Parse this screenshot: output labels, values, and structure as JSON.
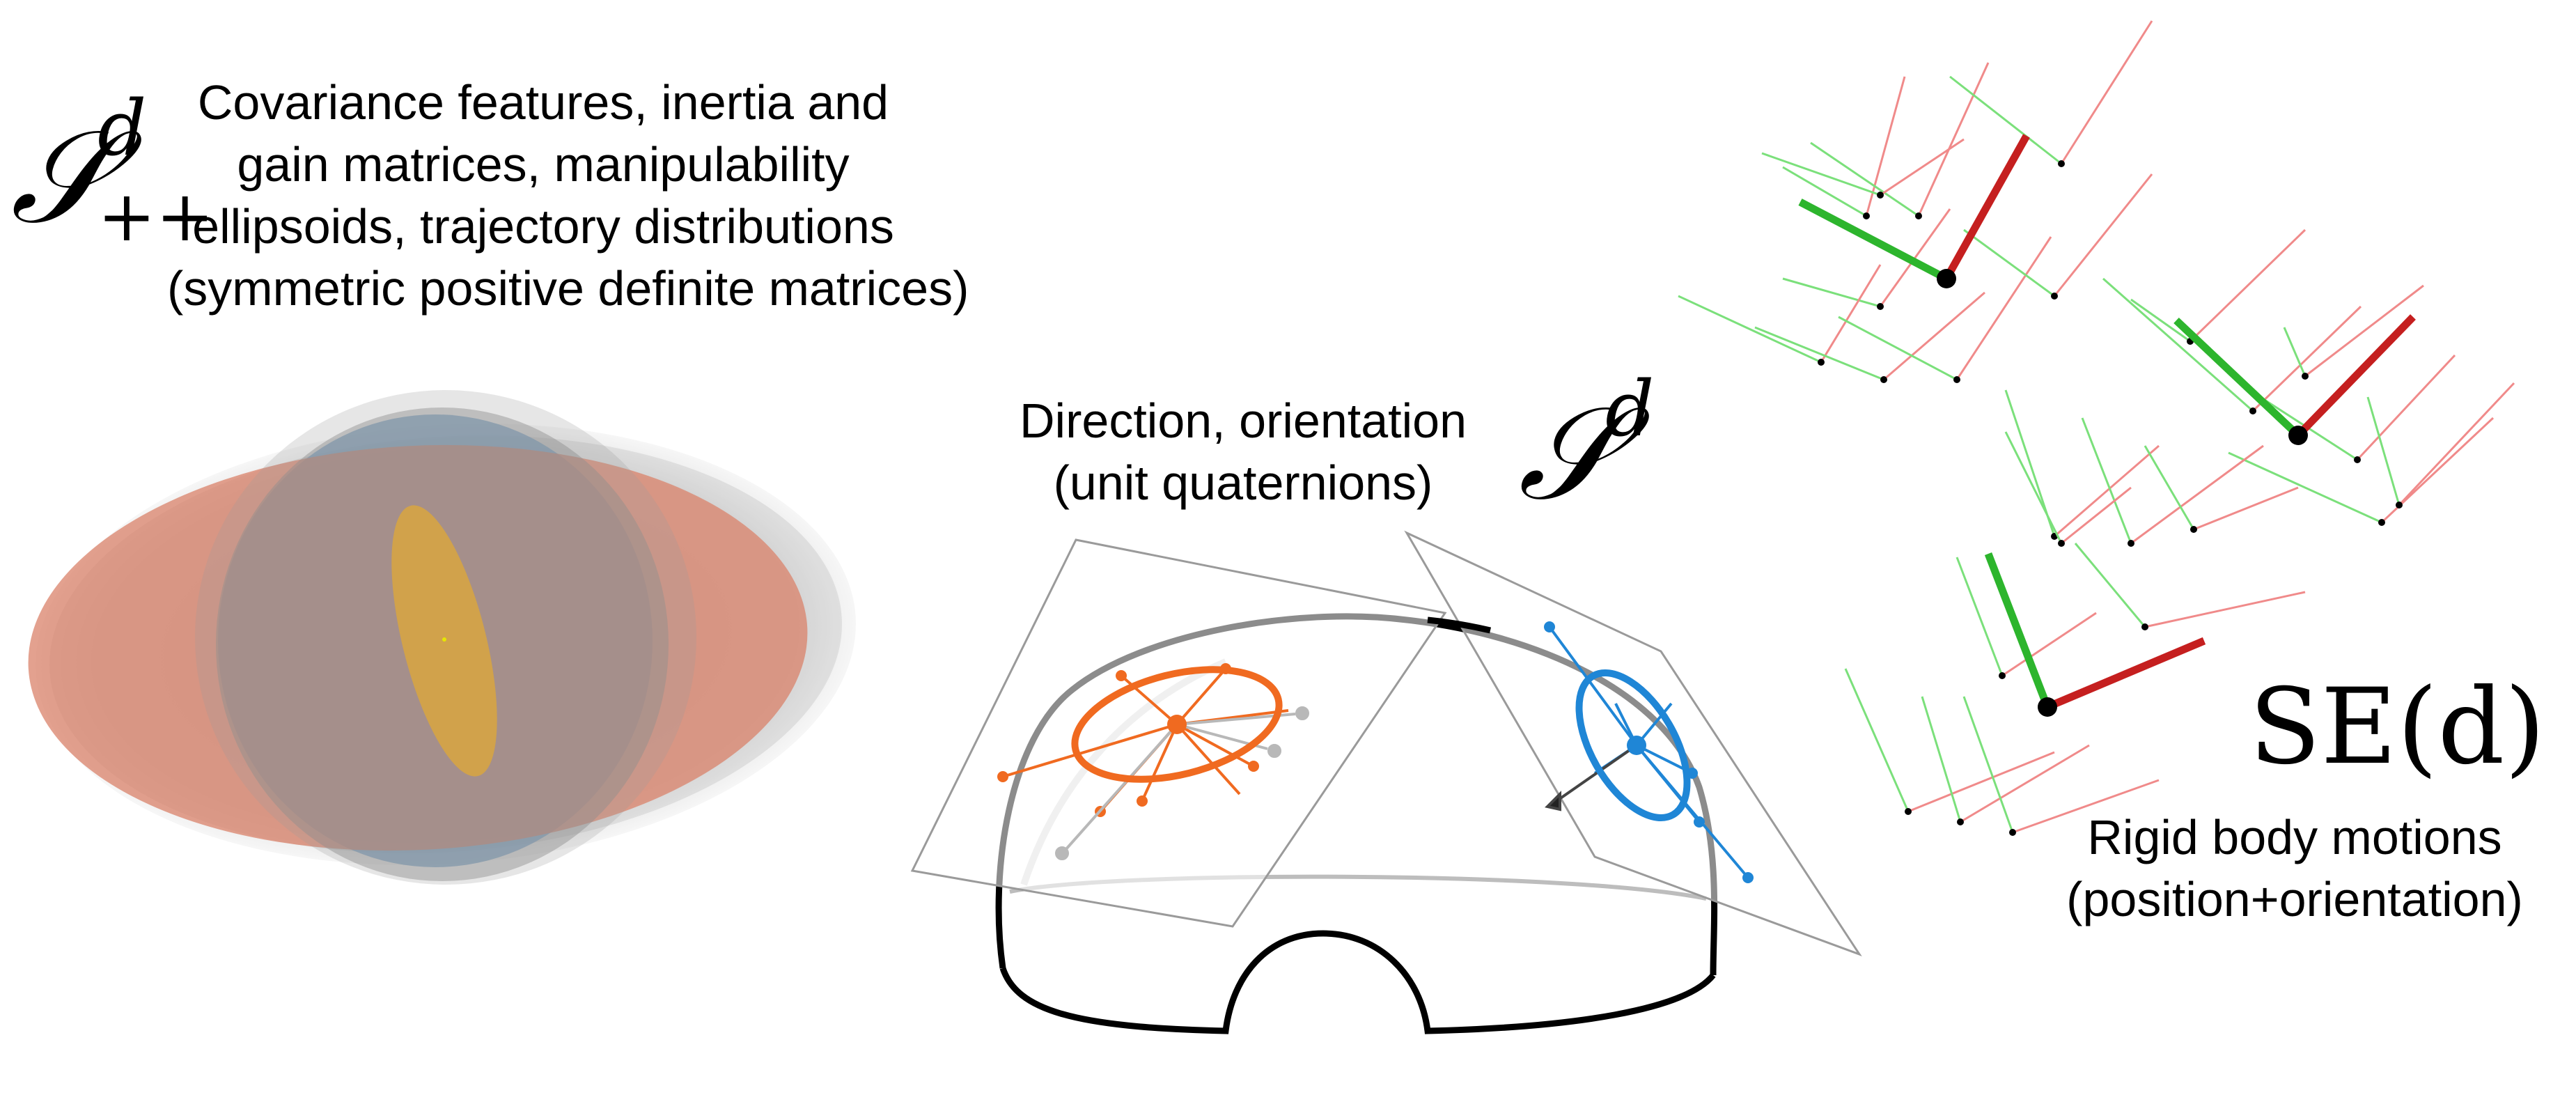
{
  "panels": {
    "spd": {
      "symbol": "𝒮",
      "sup": "d",
      "sub": "++",
      "caption": [
        "Covariance features, inertia and",
        "gain matrices, manipulability",
        "ellipsoids, trajectory distributions",
        "(symmetric positive definite matrices)"
      ]
    },
    "sphere": {
      "symbol": "𝒮",
      "sup": "d",
      "caption": [
        "Direction, orientation",
        "(unit quaternions)"
      ]
    },
    "se": {
      "symbol": "SE(d)",
      "caption": [
        "Rigid body motions",
        "(position+orientation)"
      ]
    }
  },
  "colors": {
    "ellipse_gray": "#b4b4b4",
    "ellipse_orange": "#d9826a",
    "ellipse_blue": "#6aa0cf",
    "ellipse_center": "#d8a640",
    "tangent_orange": "#f06a20",
    "tangent_blue": "#1f86d6",
    "frame_green": "#2db52d",
    "frame_red": "#c51f1f",
    "frame_green_light": "#7be07b",
    "frame_red_light": "#f08a8a"
  }
}
